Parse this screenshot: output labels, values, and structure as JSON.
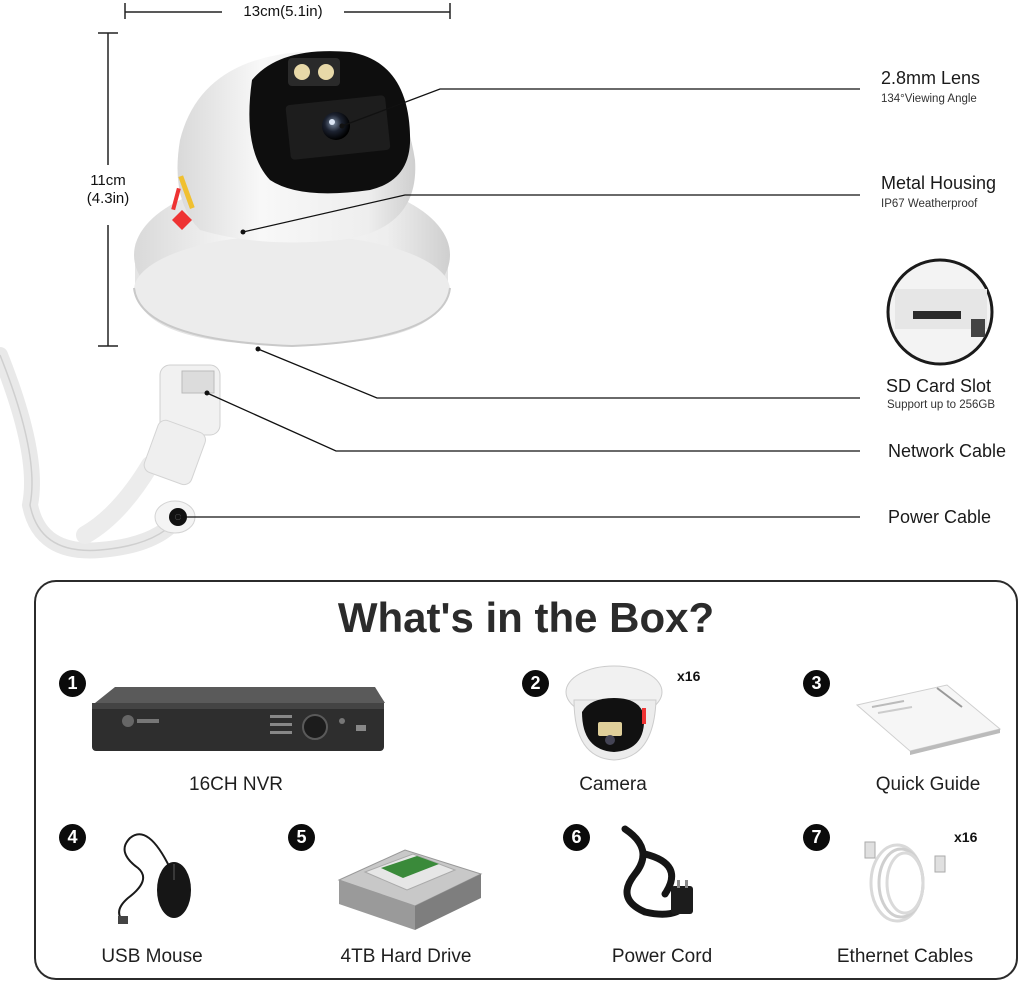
{
  "dimensions": {
    "width_label": "13cm(5.1in)",
    "height_label_cm": "11cm",
    "height_label_in": "(4.3in)"
  },
  "specs": [
    {
      "title": "2.8mm Lens",
      "subtitle": "134°Viewing Angle"
    },
    {
      "title": "Metal Housing",
      "subtitle": "IP67 Weatherproof"
    },
    {
      "title": "SD Card Slot",
      "subtitle": "Support up to 256GB"
    },
    {
      "title": "Network Cable",
      "subtitle": ""
    },
    {
      "title": "Power Cable",
      "subtitle": ""
    }
  ],
  "box": {
    "heading": "What's in the Box?",
    "items": [
      {
        "number": "1",
        "label": "16CH NVR",
        "qty": "",
        "icon": "nvr-icon"
      },
      {
        "number": "2",
        "label": "Camera",
        "qty": "x16",
        "icon": "camera-icon"
      },
      {
        "number": "3",
        "label": "Quick Guide",
        "qty": "",
        "icon": "guide-icon"
      },
      {
        "number": "4",
        "label": "USB Mouse",
        "qty": "",
        "icon": "mouse-icon"
      },
      {
        "number": "5",
        "label": "4TB Hard Drive",
        "qty": "",
        "icon": "hard-drive-icon"
      },
      {
        "number": "6",
        "label": "Power Cord",
        "qty": "",
        "icon": "power-cord-icon"
      },
      {
        "number": "7",
        "label": "Ethernet Cables",
        "qty": "x16",
        "icon": "ethernet-cable-icon"
      }
    ]
  },
  "colors": {
    "panel_border": "#2b2b2b",
    "badge": "#0b0b0b",
    "camera_body": "#f2f2f2"
  }
}
